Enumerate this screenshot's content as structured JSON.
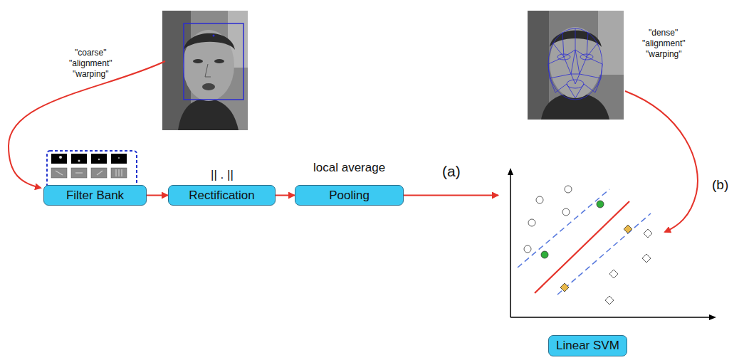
{
  "diagram": {
    "nodes": [
      {
        "text": [
          "Filter Bank"
        ]
      },
      {
        "text": [
          "Rectification"
        ]
      },
      {
        "text": [
          "Pooling"
        ]
      },
      {
        "text": [
          "Linear SVM"
        ]
      }
    ],
    "edges": [
      {
        "from": 0,
        "to": 1,
        "arrow": "to"
      },
      {
        "from": 1,
        "to": 2,
        "arrow": "to"
      },
      {
        "from": 2,
        "to": 3,
        "arrow": "to",
        "label": "(a)"
      }
    ],
    "labels": [
      "\"coarse\"",
      "\"alignment\"",
      "\"warping\"",
      "\"dense\"",
      "\"alignment\"",
      "\"warping\"",
      "|| . ||",
      "local average",
      "(b)"
    ]
  }
}
